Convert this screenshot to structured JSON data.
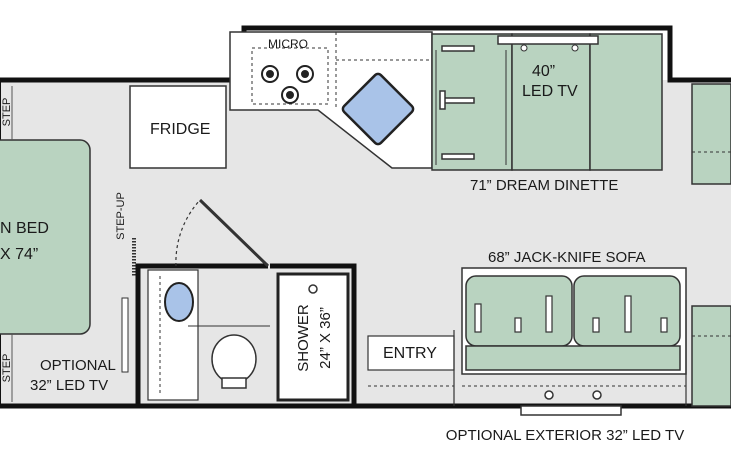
{
  "labels": {
    "micro": "MICRO",
    "fridge": "FRIDGE",
    "tv40_line1": "40”",
    "tv40_line2": "LED TV",
    "dinette": "71” DREAM DINETTE",
    "bed_line1": "N BED",
    "bed_line2": "X 74”",
    "step_top": "STEP",
    "step_bottom": "STEP",
    "step_up": "STEP-UP",
    "sofa": "68” JACK-KNIFE SOFA",
    "shower_line1": "SHOWER",
    "shower_line2": "24” X 36”",
    "entry": "ENTRY",
    "optional_tv_line1": "OPTIONAL",
    "optional_tv_line2": "32” LED TV",
    "exterior_tv": "OPTIONAL EXTERIOR 32” LED TV"
  },
  "colors": {
    "floor": "#e6e6e6",
    "furniture_green": "#b9d3c0",
    "glass_blue": "#a9c3e8",
    "wall": "#111111",
    "counter": "#ffffff"
  }
}
